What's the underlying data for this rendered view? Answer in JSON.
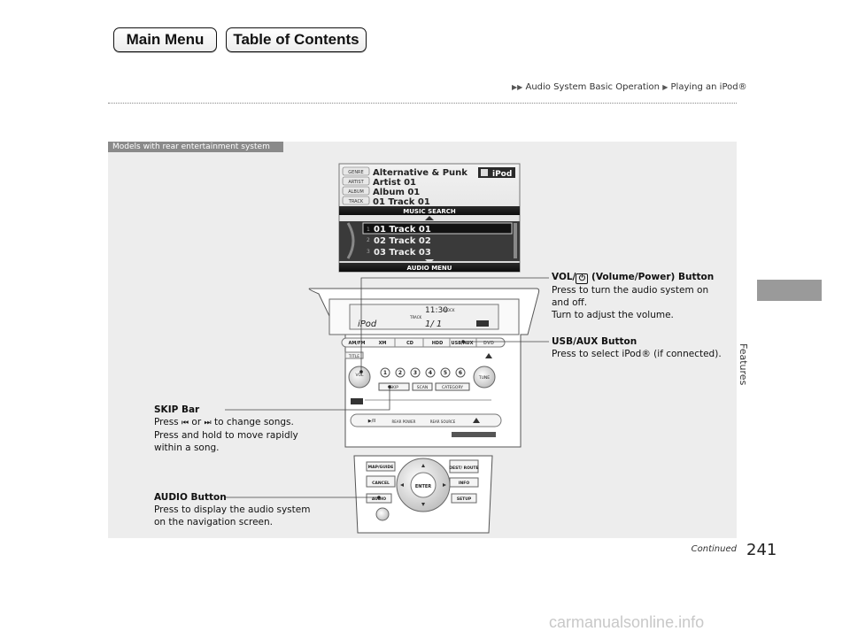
{
  "nav": {
    "main_menu": "Main Menu",
    "table_of_contents": "Table of Contents"
  },
  "breadcrumb": {
    "level1": "Audio System Basic Operation",
    "level2": "Playing an iPod®"
  },
  "side_tab": {
    "label": "Features"
  },
  "panel": {
    "model_tag": "Models with rear entertainment system"
  },
  "screen": {
    "genre_tag": "GENRE",
    "genre": "Alternative & Punk",
    "artist_tag": "ARTIST",
    "artist": "Artist 01",
    "album_tag": "ALBUM",
    "album": "Album 01",
    "track_tag": "TRACK",
    "track": "01 Track 01",
    "source": "iPod",
    "music_search": "MUSIC SEARCH",
    "list": [
      "01 Track 01",
      "02 Track 02",
      "03 Track 03"
    ],
    "list_nums": [
      "1",
      "2",
      "3"
    ],
    "audio_menu": "AUDIO MENU"
  },
  "unit": {
    "display_time": "11:30",
    "display_clock": "CLOCK",
    "display_track": "TRACK",
    "display_src": "iPod",
    "display_count": "1/ 1",
    "src_buttons": [
      "AM/FM",
      "XM",
      "CD",
      "HDD",
      "USB/AUX",
      "DVD"
    ],
    "title": "TITLE",
    "presets": [
      "1",
      "2",
      "3",
      "4",
      "5",
      "6"
    ],
    "vol": "VOL",
    "tune": "TUNE",
    "skip": "SKIP",
    "scan": "SCAN",
    "category": "CATEGORY",
    "play": "▶/II",
    "rear_power": "REAR POWER",
    "rear_source": "REAR SOURCE"
  },
  "nav_unit": {
    "map_guide": "MAP/GUIDE",
    "dest_route": "DEST/ ROUTE",
    "cancel": "CANCEL",
    "info": "INFO",
    "enter": "ENTER",
    "audio": "AUDIO",
    "setup": "SETUP"
  },
  "callouts": {
    "vol": {
      "head_pre": "VOL/",
      "head_post": " (Volume/Power) Button",
      "l1": "Press to turn the audio system on",
      "l2": "and off.",
      "l3": "Turn to adjust the volume."
    },
    "usb": {
      "head": "USB/AUX Button",
      "l1": "Press to select iPod® (if connected)."
    },
    "skip": {
      "head": "SKIP Bar",
      "l1_pre": "Press ",
      "l1_mid": " or ",
      "l1_post": " to change songs.",
      "l2": "Press and hold to move rapidly",
      "l3": "within a song."
    },
    "audio": {
      "head": "AUDIO Button",
      "l1": "Press to display the audio system",
      "l2": "on the navigation screen."
    }
  },
  "footer": {
    "continued": "Continued",
    "page": "241",
    "watermark": "carmanualsonline.info"
  }
}
